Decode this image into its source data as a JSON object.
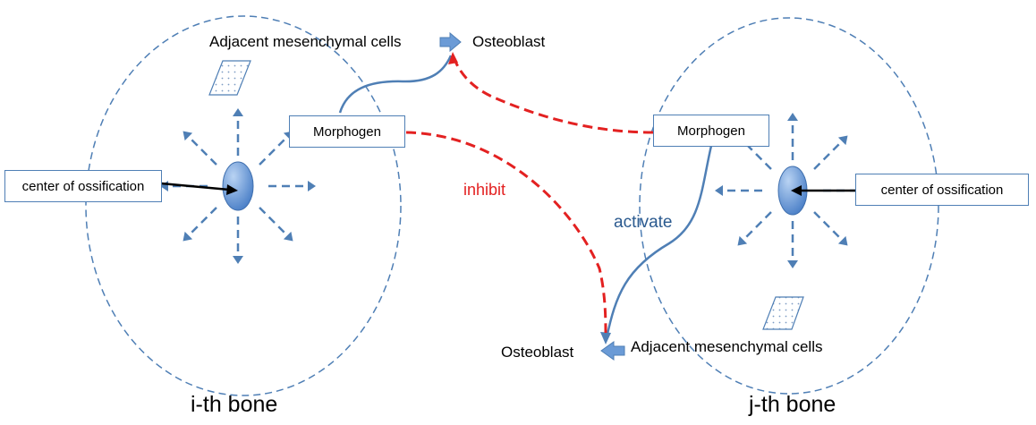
{
  "colors": {
    "outline": "#4f7fb5",
    "arrow_fill": "#6b9bd6",
    "inhibit": "#e32121",
    "activate_text": "#2b5a8f",
    "nucleus": "#5b8fd3"
  },
  "left_bone": {
    "label": "i-th bone",
    "ossification_label": "center of ossification",
    "morphogen_label": "Morphogen",
    "mesenchymal_label": "Adjacent mesenchymal cells",
    "osteoblast_label": "Osteoblast"
  },
  "right_bone": {
    "label": "j-th bone",
    "ossification_label": "center of ossification",
    "morphogen_label": "Morphogen",
    "mesenchymal_label": "Adjacent mesenchymal cells",
    "osteoblast_label": "Osteoblast"
  },
  "relations": {
    "inhibit_label": "inhibit",
    "activate_label": "activate"
  }
}
